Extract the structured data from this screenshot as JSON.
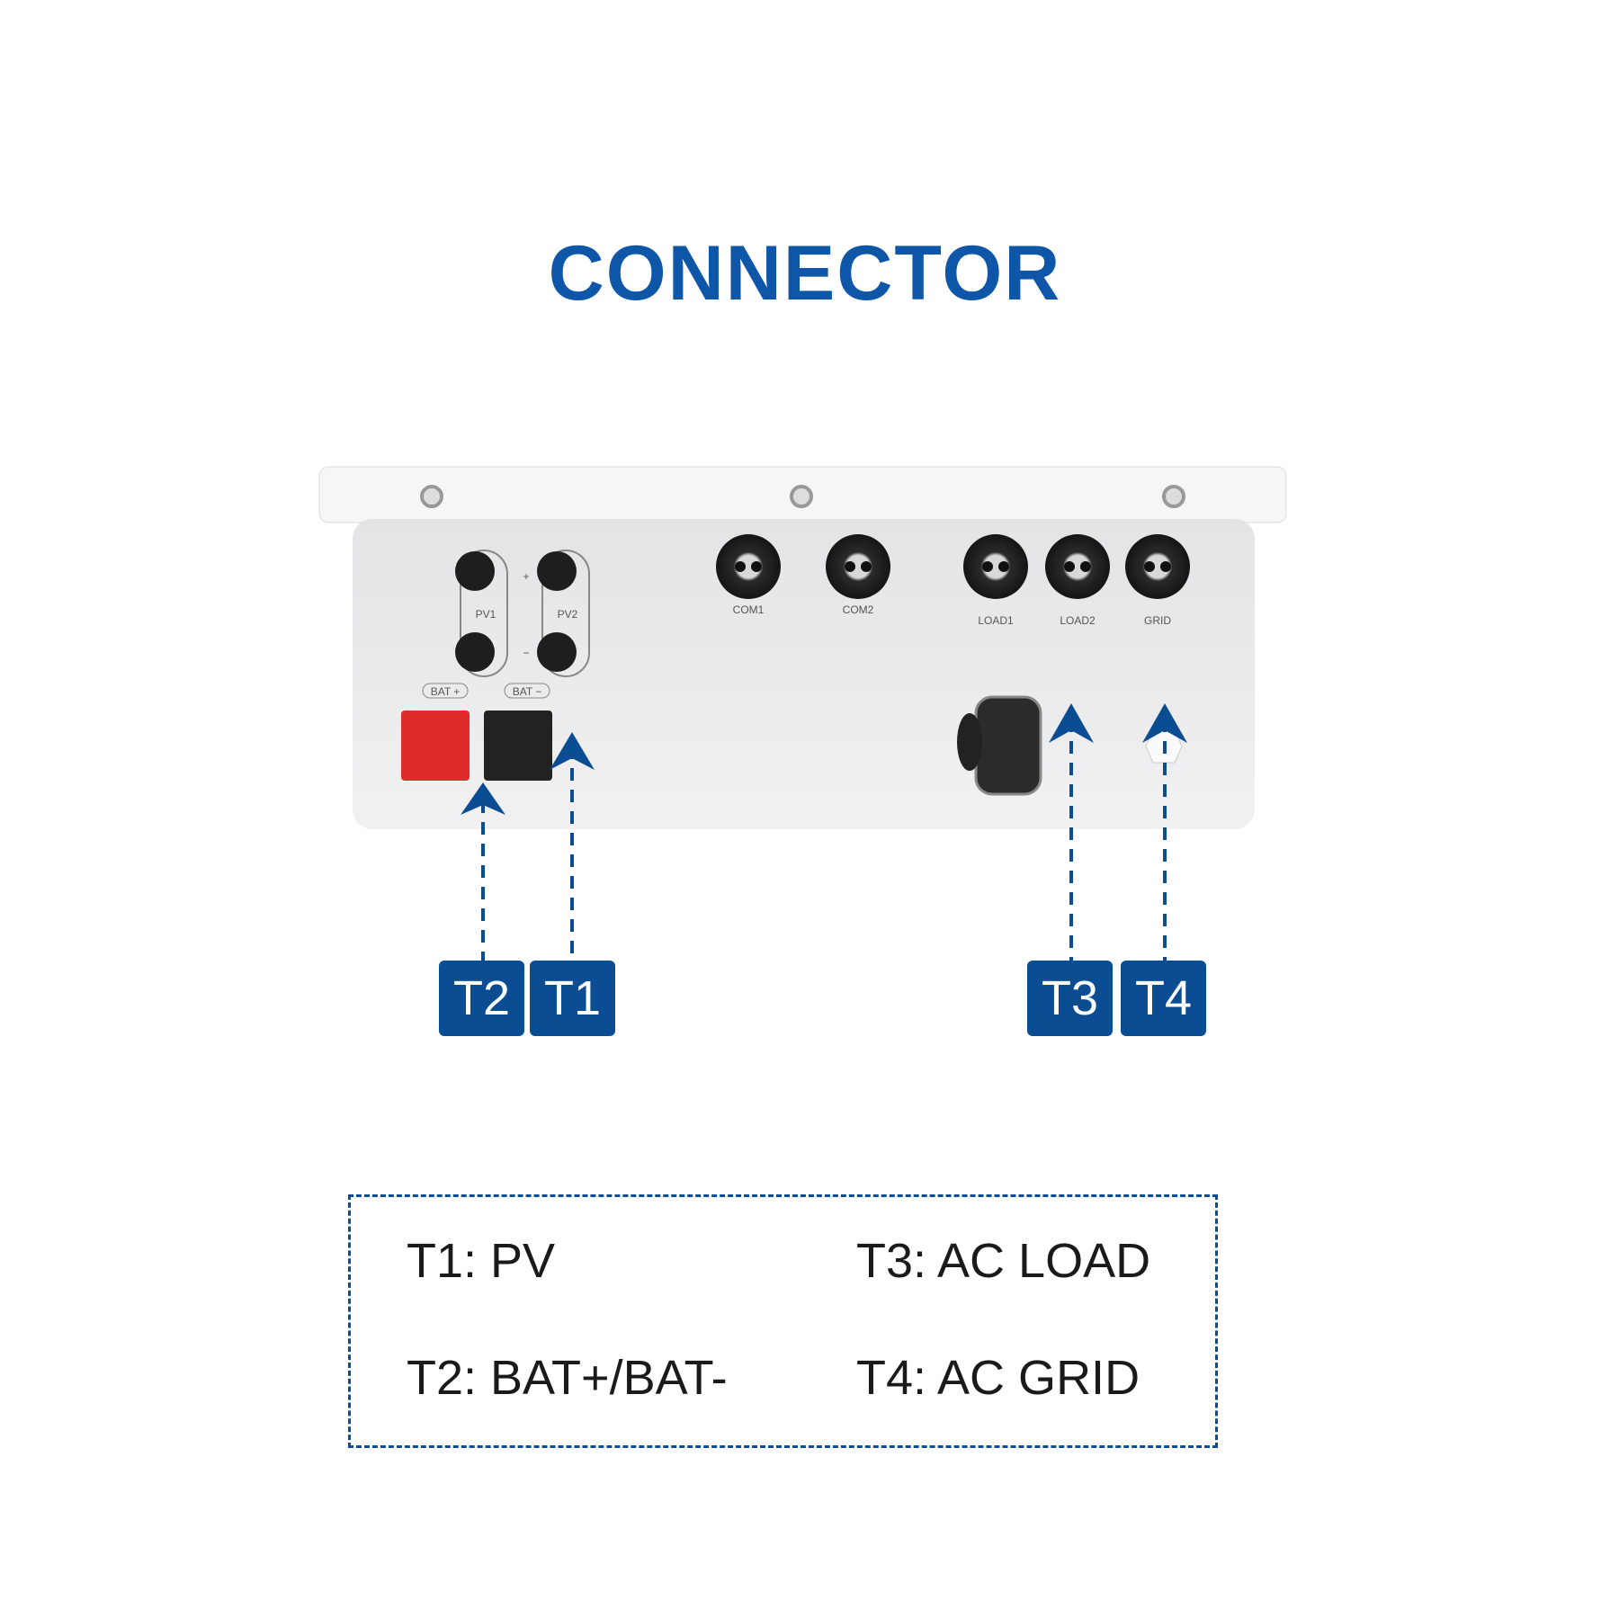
{
  "title": "CONNECTOR",
  "device_labels": {
    "pv1": "PV1",
    "pv2": "PV2",
    "plus": "+",
    "minus": "−",
    "bat_plus": "BAT +",
    "bat_minus": "BAT −",
    "com1": "COM1",
    "com2": "COM2",
    "load1": "LOAD1",
    "load2": "LOAD2",
    "grid": "GRID"
  },
  "tags": {
    "t1": "T1",
    "t2": "T2",
    "t3": "T3",
    "t4": "T4"
  },
  "legend": {
    "t1": "T1: PV",
    "t2": "T2: BAT+/BAT-",
    "t3": "T3: AC LOAD",
    "t4": "T4: AC GRID"
  },
  "colors": {
    "accent": "#0b4d93",
    "title": "#0e56a8",
    "bat_plus": "#e02b2b"
  }
}
